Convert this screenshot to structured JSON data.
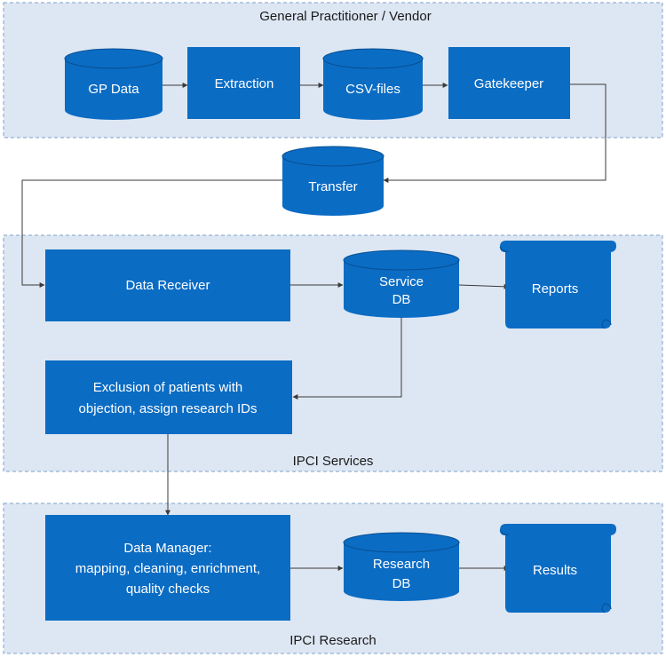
{
  "colors": {
    "node_fill": "#0b6cc4",
    "node_edge": "#074f91",
    "band_fill": "#dde7f3",
    "band_border": "#7ea2c8",
    "arrow": "#3a3a3a"
  },
  "groups": {
    "gp_vendor": "General Practitioner / Vendor",
    "ipci_services": "IPCI Services",
    "ipci_research": "IPCI Research"
  },
  "nodes": {
    "gp_data": "GP Data",
    "extraction": "Extraction",
    "csv_files": "CSV-files",
    "gatekeeper": "Gatekeeper",
    "transfer": "Transfer",
    "data_receiver": "Data Receiver",
    "service_db": [
      "Service",
      "DB"
    ],
    "reports": "Reports",
    "exclusion": [
      "Exclusion of patients with",
      "objection, assign research IDs"
    ],
    "data_manager": [
      "Data Manager:",
      "mapping, cleaning, enrichment,",
      "quality checks"
    ],
    "research_db": [
      "Research",
      "DB"
    ],
    "results": "Results"
  }
}
